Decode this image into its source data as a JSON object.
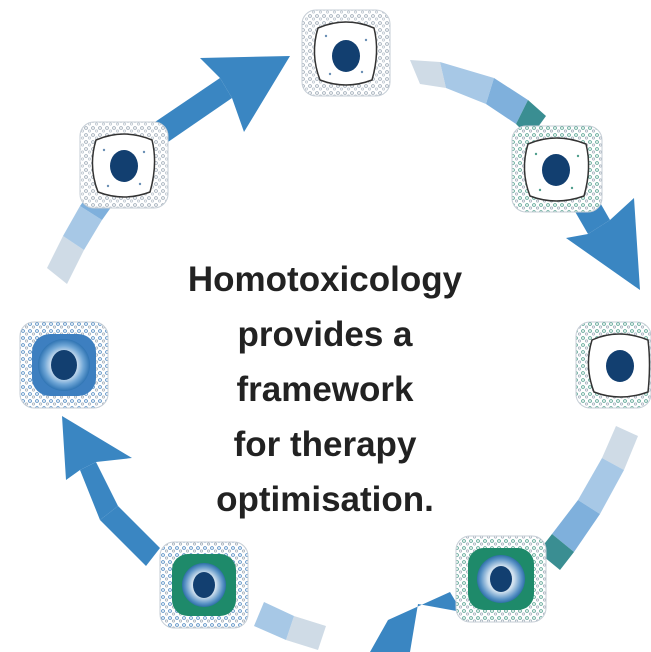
{
  "caption": {
    "line1": "Homotoxicology",
    "line2": "provides a framework",
    "line3": "for therapy",
    "line4": "optimisation."
  },
  "colors": {
    "arrow_blue": "#3a86c2",
    "arrow_light": "#a7c8e6",
    "arrow_pale": "#cfdbe6",
    "arrow_teal": "#3a8e92",
    "tissue_green": "#1e8a6a",
    "nucleus": "#123f70",
    "matrix_dots": "#9aa7b4"
  },
  "cells": [
    {
      "name": "cell-top",
      "state": "healthy"
    },
    {
      "name": "cell-upper-right",
      "state": "healthy"
    },
    {
      "name": "cell-right",
      "state": "early-deposition"
    },
    {
      "name": "cell-lower-right",
      "state": "degeneration"
    },
    {
      "name": "cell-lower-left",
      "state": "degeneration"
    },
    {
      "name": "cell-left",
      "state": "inflammation"
    },
    {
      "name": "cell-upper-left",
      "state": "healthy"
    }
  ]
}
